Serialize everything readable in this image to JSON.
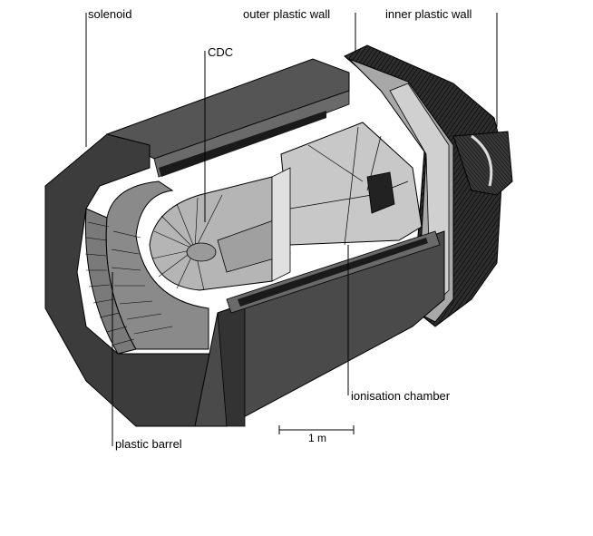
{
  "labels": {
    "solenoid": "solenoid",
    "outer_wall": "outer plastic wall",
    "inner_wall": "inner plastic wall",
    "cdc": "CDC",
    "ionisation_chamber": "ionisation chamber",
    "plastic_barrel": "plastic barrel"
  },
  "scale_bar": {
    "label": "1 m"
  },
  "colors": {
    "solenoid_face": "#3c3c3c",
    "solenoid_side": "#4a4a4a",
    "barrel": "#8a8a8a",
    "chamber": "#c8c8c8",
    "endcap": "#9a9a9a",
    "dark_hatch": "#222222"
  }
}
